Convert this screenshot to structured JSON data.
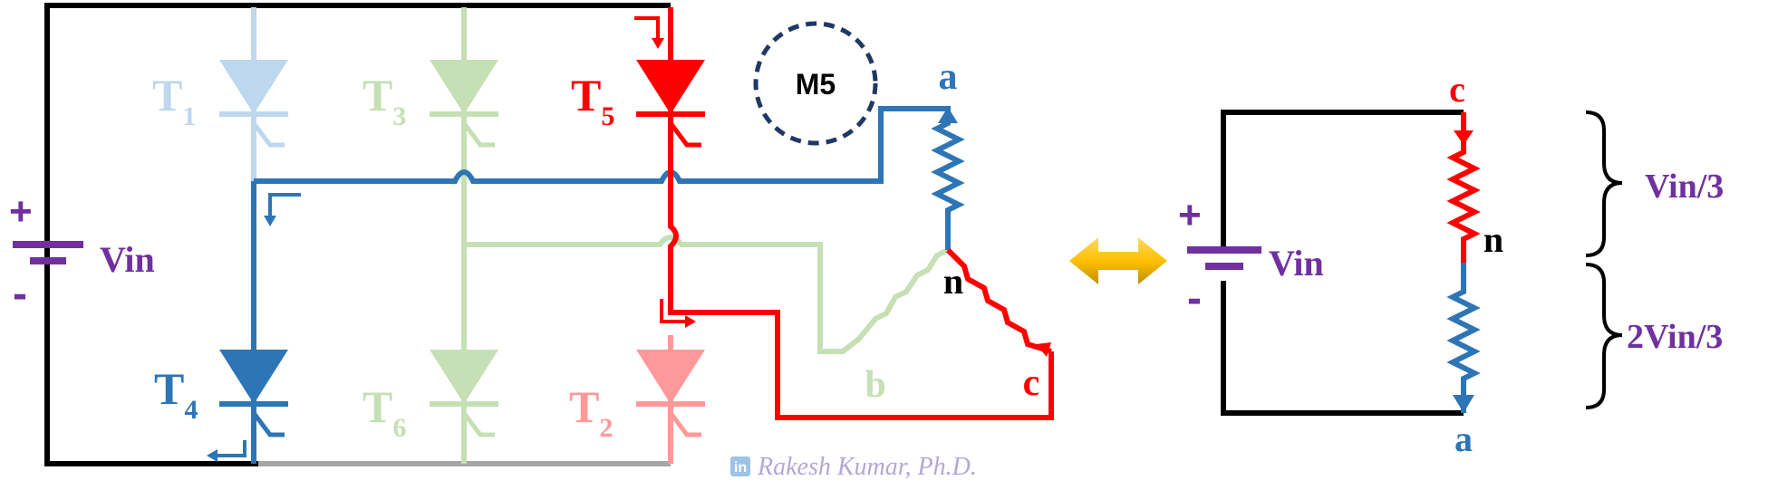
{
  "colors": {
    "black": "#000000",
    "red": "#ff0000",
    "blue": "#2e75b6",
    "light_blue": "#bdd7ee",
    "light_green": "#c5e0b4",
    "pink": "#ff9999",
    "purple": "#7030a0",
    "navy": "#1f3864",
    "gold": "#ffc000",
    "grey": "#a6a6a6"
  },
  "source": {
    "plus": "+",
    "minus": "-",
    "label": "Vin"
  },
  "thyristors": {
    "t1": {
      "letter": "T",
      "sub": "1"
    },
    "t3": {
      "letter": "T",
      "sub": "3"
    },
    "t5": {
      "letter": "T",
      "sub": "5"
    },
    "t4": {
      "letter": "T",
      "sub": "4"
    },
    "t6": {
      "letter": "T",
      "sub": "6"
    },
    "t2": {
      "letter": "T",
      "sub": "2"
    }
  },
  "mode_badge": "M5",
  "load_nodes": {
    "a": "a",
    "b": "b",
    "c": "c",
    "n": "n"
  },
  "equivalent": {
    "plus": "+",
    "minus": "-",
    "source_label": "Vin",
    "top_node": "c",
    "mid_node": "n",
    "bottom_node": "a",
    "upper_voltage": "Vin/3",
    "lower_voltage": "2Vin/3"
  },
  "watermark": {
    "icon_text": "in",
    "text": "Rakesh Kumar, Ph.D."
  }
}
